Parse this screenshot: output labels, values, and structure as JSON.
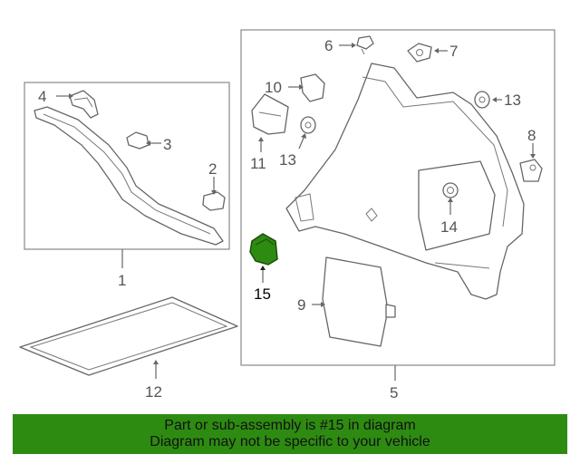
{
  "callouts": {
    "c1": "1",
    "c2": "2",
    "c3": "3",
    "c4": "4",
    "c5": "5",
    "c6": "6",
    "c7": "7",
    "c8": "8",
    "c9": "9",
    "c10": "10",
    "c11": "11",
    "c12": "12",
    "c13a": "13",
    "c13b": "13",
    "c14": "14",
    "c15": "15"
  },
  "highlight": {
    "part": "15",
    "color": "#2e8b12"
  },
  "banner": {
    "line1": "Part or sub-assembly is #15 in diagram",
    "line2": "Diagram may not be specific to your vehicle",
    "background": "#2e8b12"
  }
}
